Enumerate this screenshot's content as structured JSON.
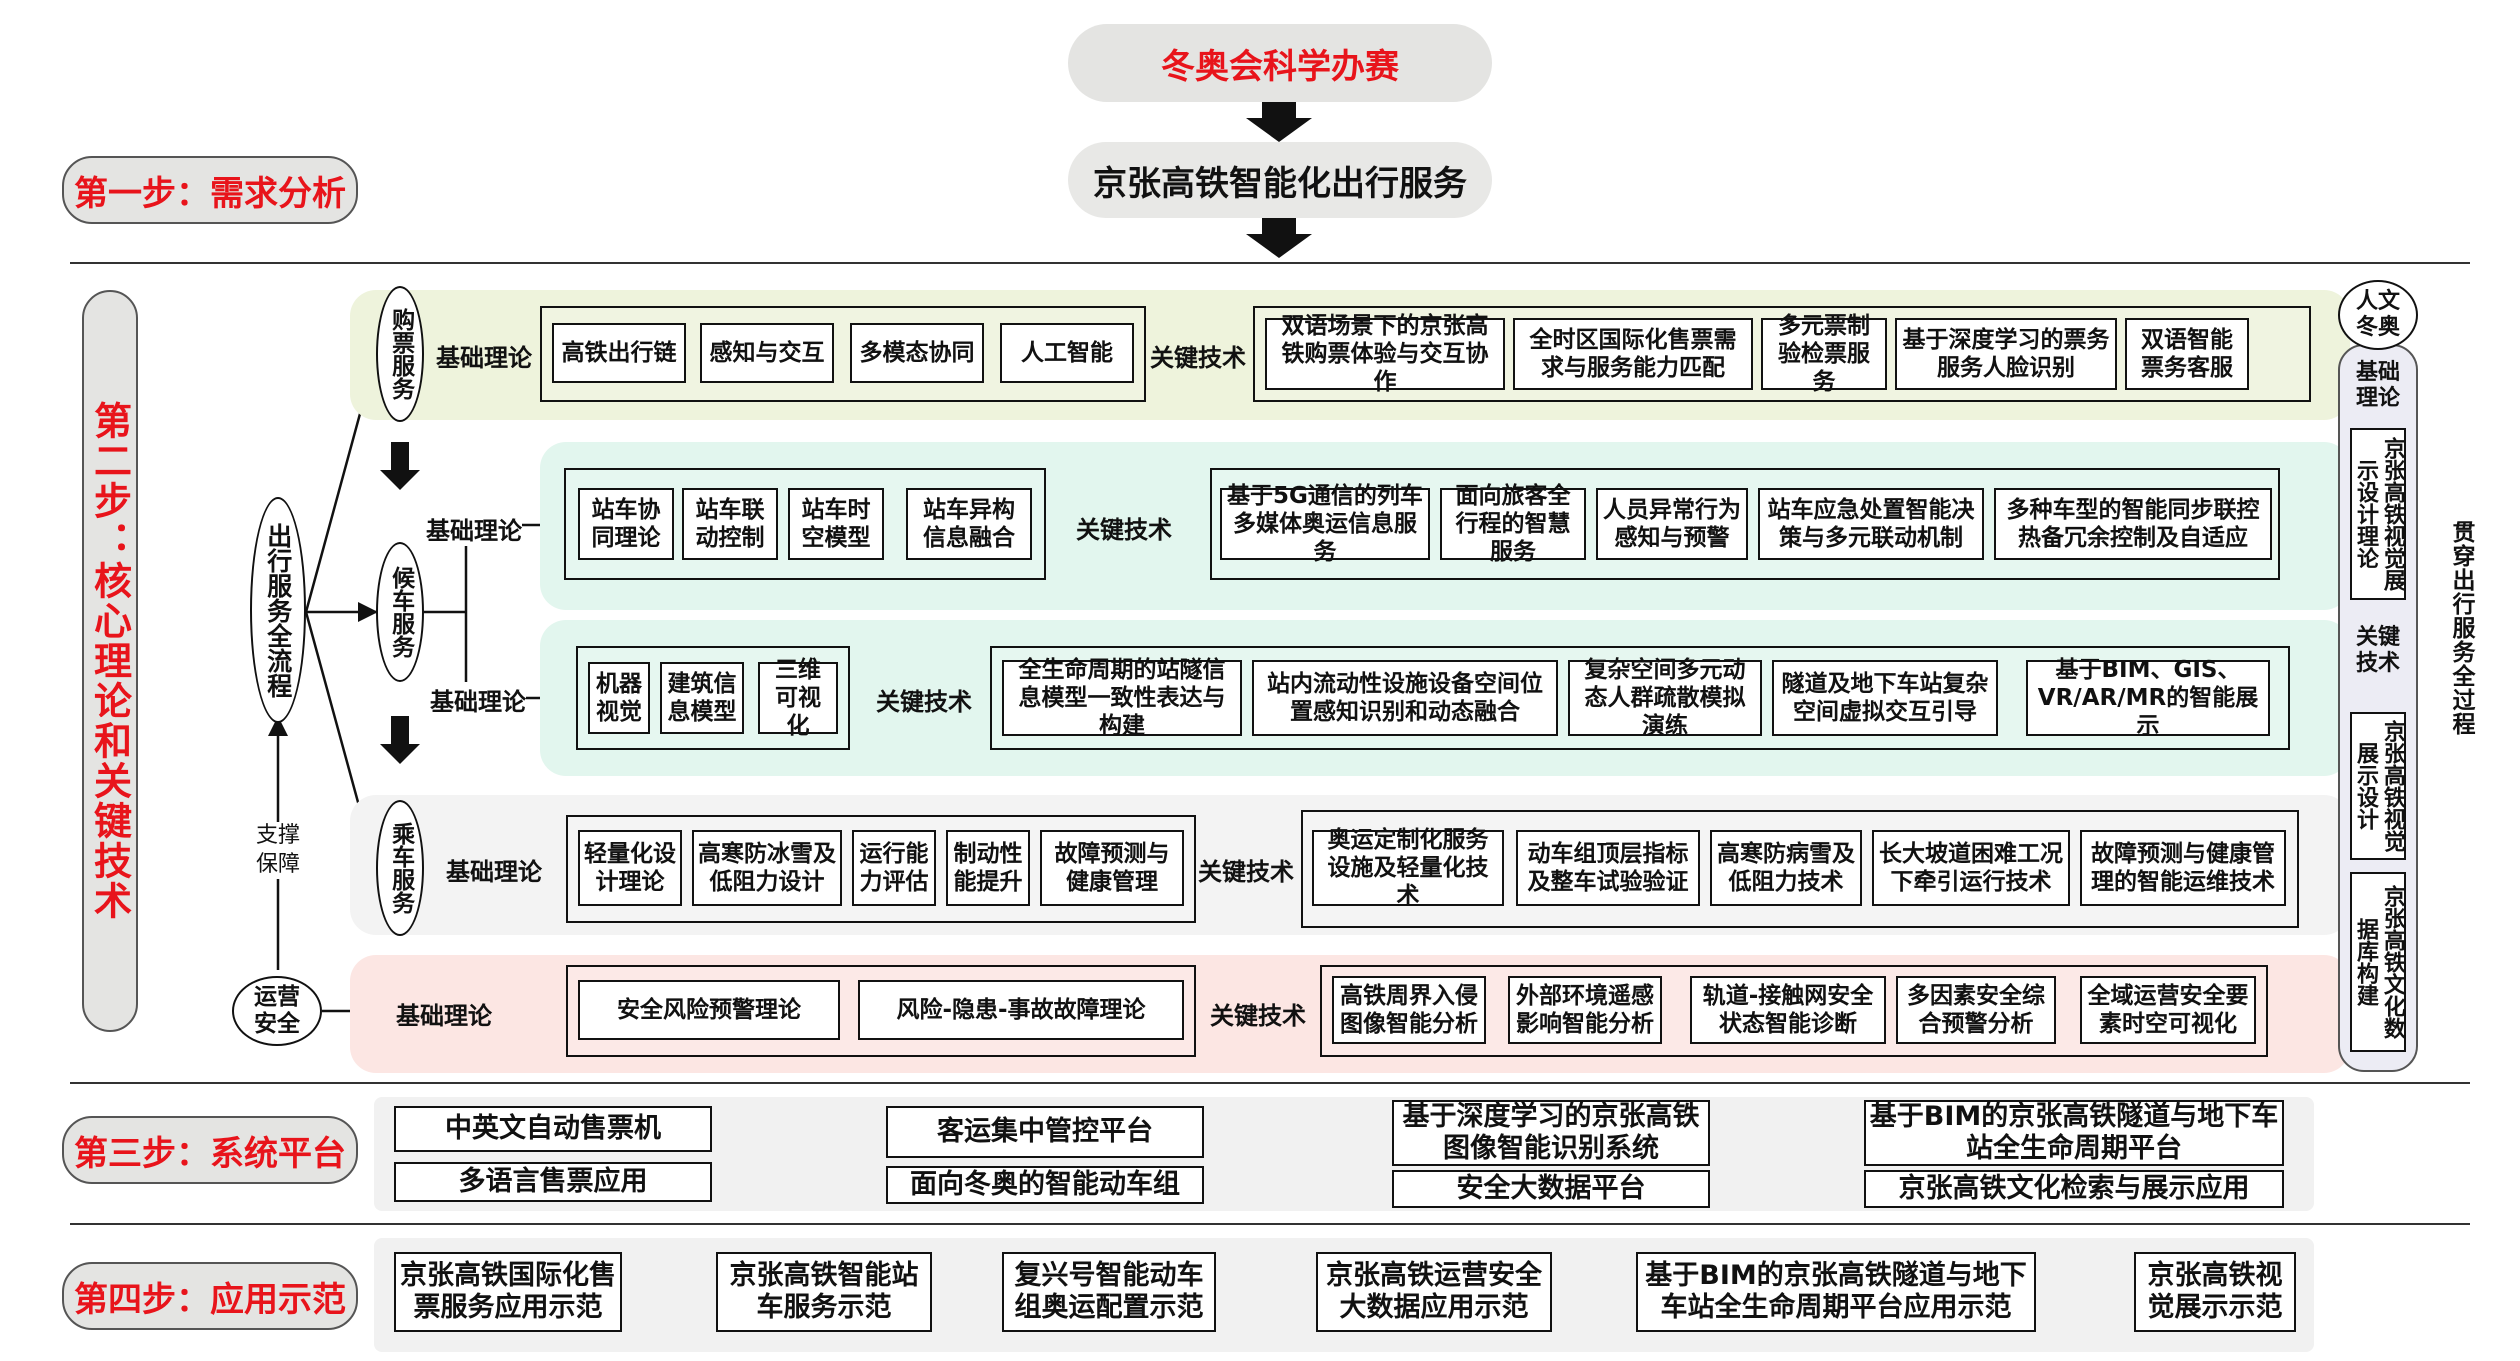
{
  "top": {
    "title": "冬奥会科学办赛",
    "service": "京张高铁智能化出行服务"
  },
  "steps": {
    "s1": "第一步：需求分析",
    "s2": "第二步：核心理论和关键技术",
    "s3": "第三步：系统平台",
    "s4": "第四步：应用示范"
  },
  "left": {
    "process": "出行服务全流程",
    "support": "支撑保障",
    "ops": "运营安全"
  },
  "labels": {
    "basic": "基础理论",
    "key": "关键技术"
  },
  "rows": {
    "purchase": {
      "name": "购票服务",
      "basics": [
        "高铁出行链",
        "感知与交互",
        "多模态协同",
        "人工智能"
      ],
      "keys": [
        "双语场景下的京张高铁购票体验与交互协作",
        "全时区国际化售票需求与服务能力匹配",
        "多元票制验检票服务",
        "基于深度学习的票务服务人脸识别",
        "双语智能票务客服"
      ]
    },
    "waiting": {
      "name": "候车服务",
      "basics1": [
        "站车协同理论",
        "站车联动控制",
        "站车时空模型",
        "站车异构信息融合"
      ],
      "keys1": [
        "基于5G通信的列车多媒体奥运信息服务",
        "面向旅客全行程的智慧服务",
        "人员异常行为感知与预警",
        "站车应急处置智能决策与多元联动机制",
        "多种车型的智能同步联控热备冗余控制及自适应"
      ],
      "basics2": [
        "机器视觉",
        "建筑信息模型",
        "三维可视化"
      ],
      "keys2": [
        "全生命周期的站隧信息模型一致性表达与构建",
        "站内流动性设施设备空间位置感知识别和动态融合",
        "复杂空间多元动态人群疏散模拟演练",
        "隧道及地下车站复杂空间虚拟交互引导",
        "基于BIM、GIS、VR/AR/MR的智能展示"
      ]
    },
    "riding": {
      "name": "乘车服务",
      "basics": [
        "轻量化设计理论",
        "高寒防冰雪及低阻力设计",
        "运行能力评估",
        "制动性能提升",
        "故障预测与健康管理"
      ],
      "keys": [
        "奥运定制化服务设施及轻量化技术",
        "动车组顶层指标及整车试验验证",
        "高寒防病雪及低阻力技术",
        "长大坡道困难工况下牵引运行技术",
        "故障预测与健康管理的智能运维技术"
      ]
    },
    "safety": {
      "basics": [
        "安全风险预警理论",
        "风险-隐患-事故故障理论"
      ],
      "keys": [
        "高铁周界入侵图像智能分析",
        "外部环境遥感影响智能分析",
        "轨道-接触网安全状态智能诊断",
        "多因素安全综合预警分析",
        "全域运营安全要素时空可视化"
      ]
    }
  },
  "right": {
    "top": "人文冬奥",
    "basic": "基础理论",
    "box1": "京张高铁视觉展示设计理论",
    "key": "关键技术",
    "box2": "京张高铁视觉展示设计",
    "box3": "京张高铁文化数据库构建",
    "side": "贯穿出行服务全过程"
  },
  "platform": {
    "c1": [
      "中英文自动售票机",
      "多语言售票应用"
    ],
    "c2": [
      "客运集中管控平台",
      "面向冬奥的智能动车组"
    ],
    "c3": [
      "基于深度学习的京张高铁图像智能识别系统",
      "安全大数据平台"
    ],
    "c4": [
      "基于BIM的京张高铁隧道与地下车站全生命周期平台",
      "京张高铁文化检索与展示应用"
    ]
  },
  "demos": [
    "京张高铁国际化售票服务应用示范",
    "京张高铁智能站车服务示范",
    "复兴号智能动车组奥运配置示范",
    "京张高铁运营安全大数据应用示范",
    "基于BIM的京张高铁隧道与地下车站全生命周期平台应用示范",
    "京张高铁视觉展示示范"
  ],
  "colors": {
    "red": "#e8141b",
    "band_purchase": "#eef3dc",
    "band_waiting": "#e2f6ee",
    "band_riding": "#f3f3f3",
    "band_safety": "#fce6e3",
    "pill": "#e4e4e2"
  }
}
